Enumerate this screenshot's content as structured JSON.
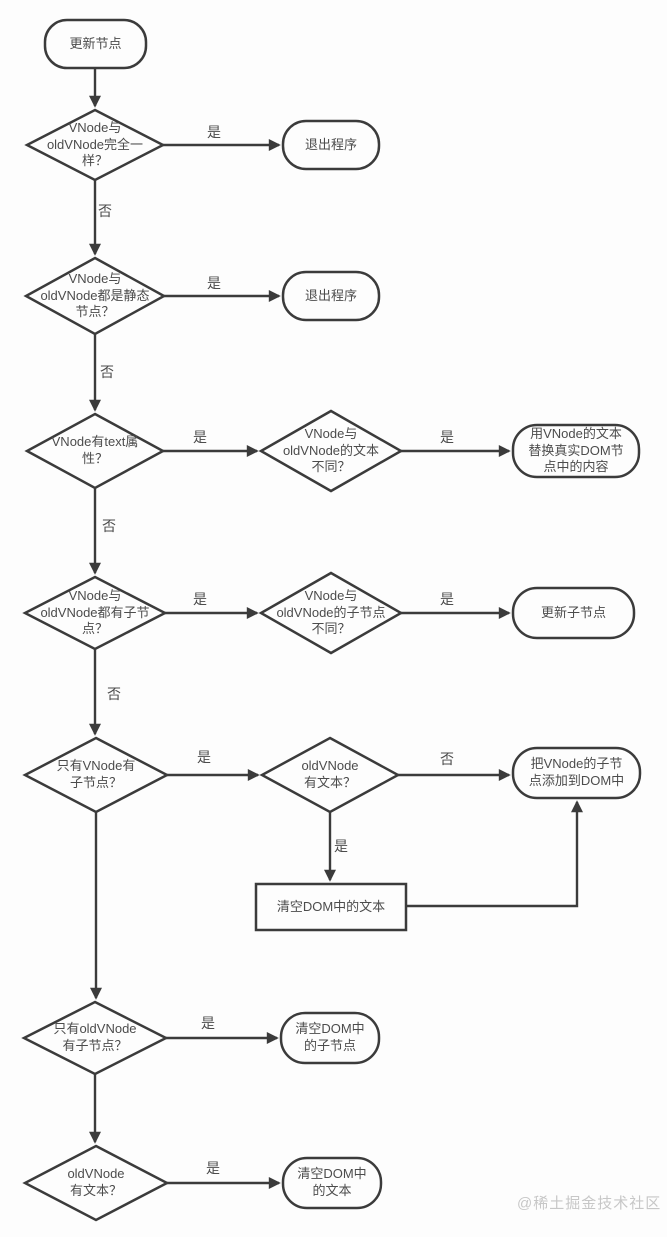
{
  "diagram": {
    "nodes": {
      "start": {
        "label": "更新节点",
        "type": "terminator"
      },
      "check_same": {
        "label": "VNode与\noldVNode完全一\n样？",
        "type": "decision"
      },
      "exit1": {
        "label": "退出程序",
        "type": "terminator"
      },
      "check_static": {
        "label": "VNode与\noldVNode都是静态\n节点？",
        "type": "decision"
      },
      "exit2": {
        "label": "退出程序",
        "type": "terminator"
      },
      "check_text": {
        "label": "VNode有text属\n性？",
        "type": "decision"
      },
      "check_text_diff": {
        "label": "VNode与\noldVNode的文本\n不同？",
        "type": "decision"
      },
      "replace_text": {
        "label": "用VNode的文本\n替换真实DOM节\n点中的内容",
        "type": "terminator"
      },
      "check_both_children": {
        "label": "VNode与\noldVNode都有子节\n点？",
        "type": "decision"
      },
      "check_children_diff": {
        "label": "VNode与\noldVNode的子节点\n不同？",
        "type": "decision"
      },
      "update_children": {
        "label": "更新子节点",
        "type": "terminator"
      },
      "check_only_vnode_children": {
        "label": "只有VNode有\n子节点？",
        "type": "decision"
      },
      "check_oldvnode_text": {
        "label": "oldVNode\n有文本？",
        "type": "decision"
      },
      "add_children_to_dom": {
        "label": "把VNode的子节\n点添加到DOM中",
        "type": "terminator"
      },
      "clear_dom_text_process": {
        "label": "清空DOM中的文本",
        "type": "process"
      },
      "check_only_oldvnode_children": {
        "label": "只有oldVNode\n有子节点？",
        "type": "decision"
      },
      "clear_dom_children": {
        "label": "清空DOM中\n的子节点",
        "type": "terminator"
      },
      "check_oldvnode_text_2": {
        "label": "oldVNode\n有文本？",
        "type": "decision"
      },
      "clear_dom_text": {
        "label": "清空DOM中\n的文本",
        "type": "terminator"
      }
    },
    "labels": {
      "yes": "是",
      "no": "否"
    },
    "watermark": "@稀土掘金技术社区",
    "colors": {
      "background": "#fdfdfd",
      "line": "#3b3b3b",
      "text": "#4c4c4c",
      "watermark": "#c7c7c7"
    }
  }
}
